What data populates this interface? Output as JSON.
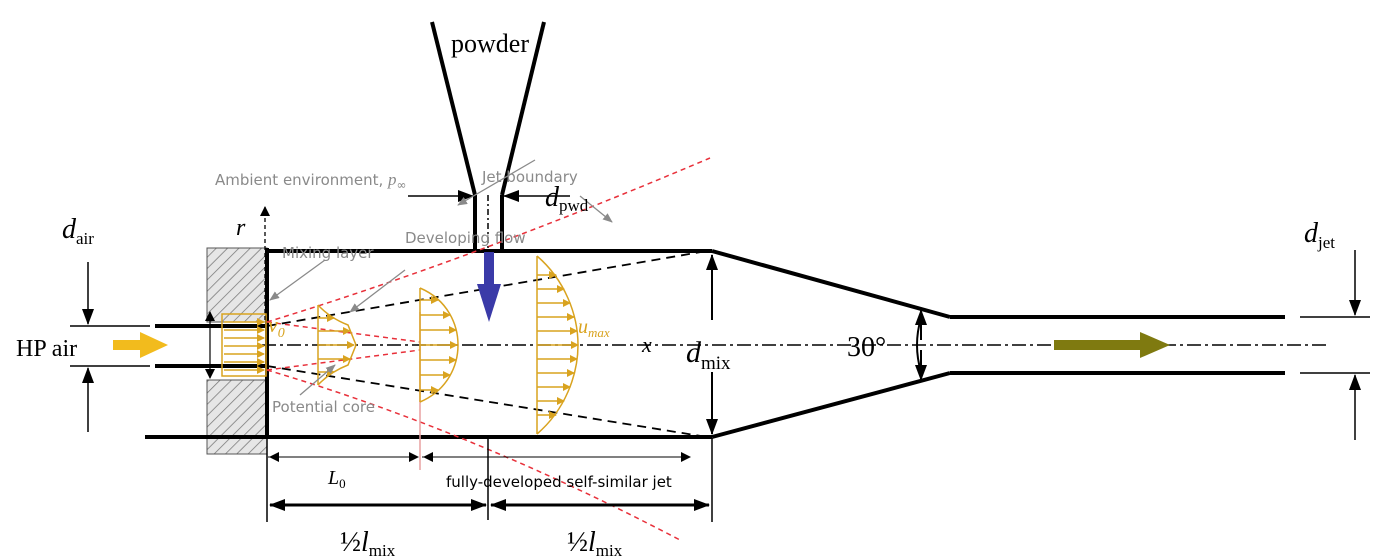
{
  "labels": {
    "powder": "powder",
    "hp_air": "HP air",
    "d_air_main": "d",
    "d_air_sub": "air",
    "r": "r",
    "v0_main": "v",
    "v0_sub": "0",
    "x": "x",
    "d_mix_main": "d",
    "d_mix_sub": "mix",
    "angle": "30°",
    "d_jet_main": "d",
    "d_jet_sub": "jet",
    "d_pwd_main": "d",
    "d_pwd_sub": "pwd",
    "ambient": "Ambient environment, ",
    "ambient_p": "p",
    "ambient_sub": "∞",
    "jet_boundary": "Jet boundary",
    "mixing_layer": "Mixing layer",
    "developing_flow": "Developing flow",
    "potential_core": "Potential core",
    "u_max_main": "u",
    "u_max_sub": "max",
    "L0_main": "L",
    "L0_sub": "0",
    "fully_developed": "fully-developed self-similar jet",
    "half_lmix_1_frac": "½",
    "half_lmix_1_l": "l",
    "half_lmix_1_sub": "mix",
    "half_lmix_2_frac": "½",
    "half_lmix_2_l": "l",
    "half_lmix_2_sub": "mix"
  },
  "colors": {
    "air_arrow": "#f2bb1d",
    "powder_arrow": "#3a3aa8",
    "outlet_arrow": "#7f7a10",
    "jet_boundary": "#e8303a",
    "velocity_profile": "#d9a31f",
    "annotation": "#8a8a8a"
  }
}
